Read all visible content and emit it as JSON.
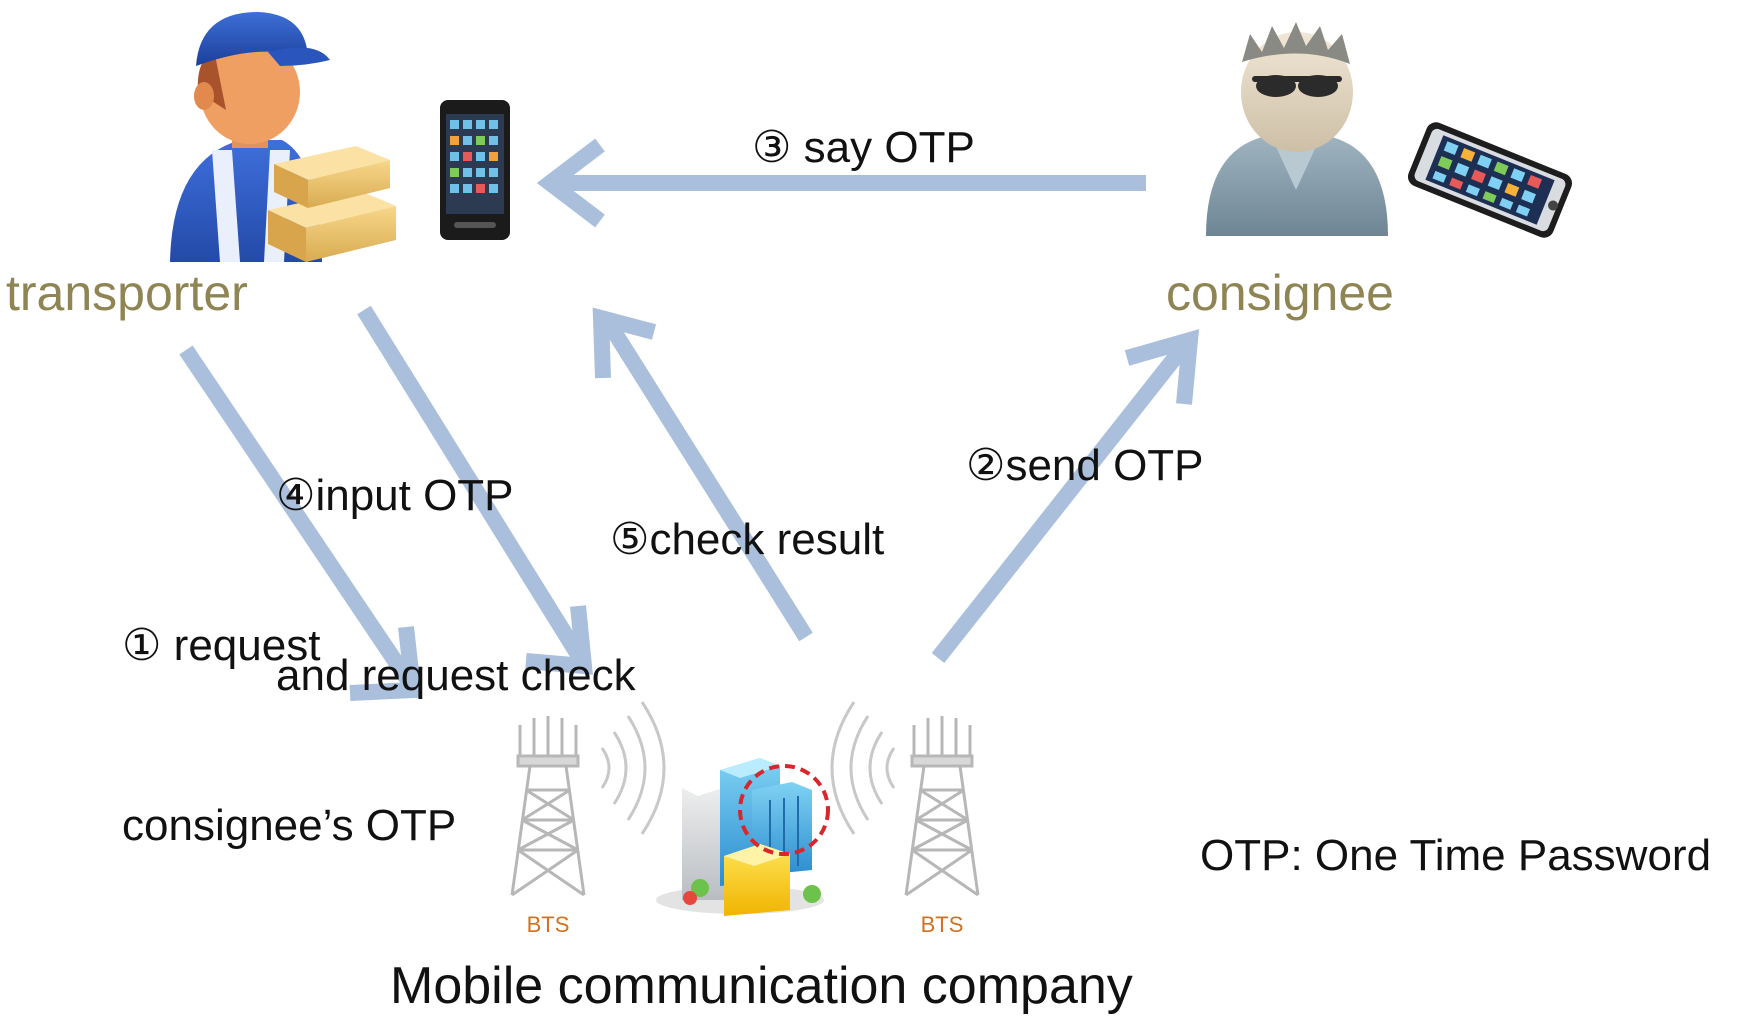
{
  "actors": {
    "transporter": "transporter",
    "consignee": "consignee"
  },
  "steps": {
    "step1_line1": "① request",
    "step1_line2": "consignee’s OTP",
    "step2": "②send OTP",
    "step3": "③ say OTP",
    "step4_line1": "④input OTP",
    "step4_line2": "and request check",
    "step5": "⑤check result"
  },
  "tower_label": "BTS",
  "company_label": "Mobile communication company",
  "legend": "OTP: One Time Password",
  "colors": {
    "arrow": "#a9bfdc",
    "actor_label": "#8f8554",
    "text": "#111111"
  },
  "icons": [
    "transporter-person-icon",
    "transporter-phone-icon",
    "consignee-person-icon",
    "consignee-phone-icon",
    "bts-tower-icon",
    "company-building-icon"
  ]
}
